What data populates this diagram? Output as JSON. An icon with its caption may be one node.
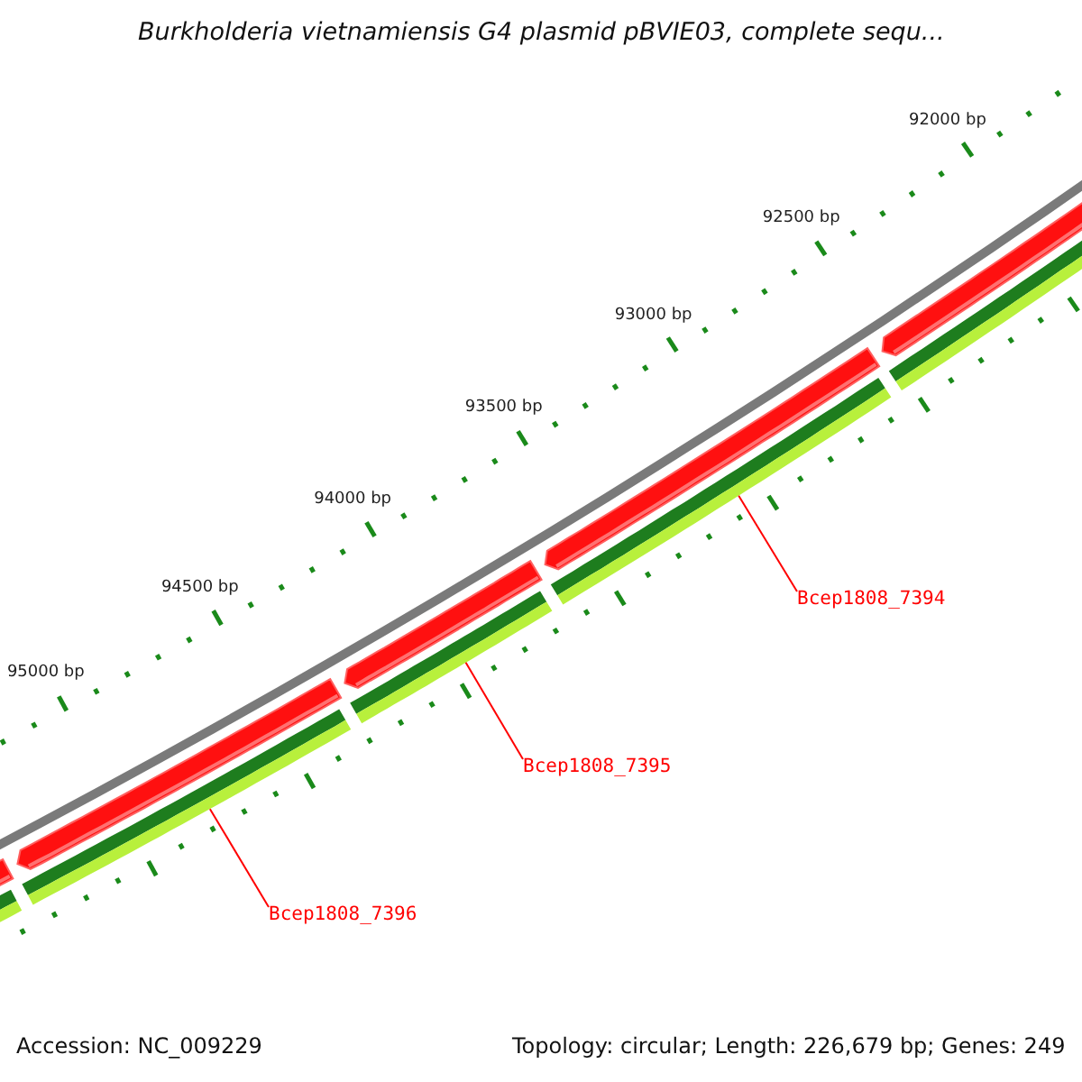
{
  "diagram": {
    "title": "Burkholderia vietnamiensis G4 plasmid pBVIE03, complete sequ...",
    "nodes": [
      {
        "text": [
          "Bcep1808_7394"
        ]
      },
      {
        "text": [
          "Bcep1808_7395"
        ]
      },
      {
        "text": [
          "Bcep1808_7396"
        ]
      },
      {
        "text": [],
        "shape": "bar"
      },
      {
        "text": [],
        "shape": "bar"
      },
      {
        "text": [],
        "shape": "bar"
      },
      {
        "text": [],
        "shape": "bar"
      },
      {
        "text": [],
        "shape": "bar"
      }
    ],
    "edges": [
      {
        "from": 0,
        "to": 6,
        "arrow": "none"
      },
      {
        "from": 1,
        "to": 5,
        "arrow": "none"
      },
      {
        "from": 2,
        "to": 4,
        "arrow": "none"
      }
    ],
    "labels": [
      "92000 bp",
      "92500 bp",
      "93000 bp",
      "93500 bp",
      "94000 bp",
      "94500 bp",
      "95000 bp",
      "Accession: NC_009229",
      "Topology: circular; Length: 226,679 bp; Genes: 249"
    ]
  }
}
